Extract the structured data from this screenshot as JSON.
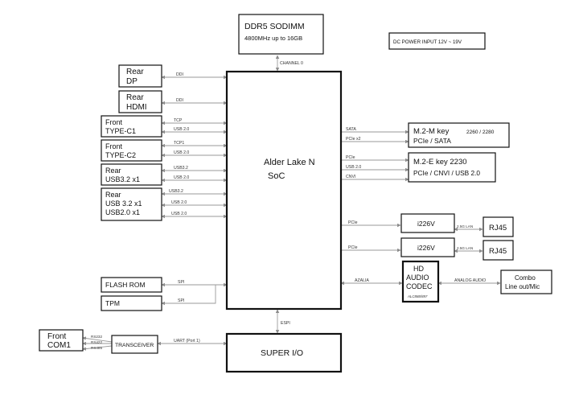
{
  "blocks": {
    "ddr": {
      "line1": "DDR5 SODIMM",
      "line2": "4800MHz  up to 16GB"
    },
    "power": "DC POWER INPUT 12V ~ 19V",
    "soc": {
      "line1": "Alder Lake N",
      "line2": "SoC"
    },
    "superio": "SUPER I/O",
    "rear_dp": {
      "line1": "Rear",
      "line2": "DP"
    },
    "rear_hdmi": {
      "line1": "Rear",
      "line2": "HDMI"
    },
    "front_c1": {
      "line1": "Front",
      "line2": "TYPE-C1"
    },
    "front_c2": {
      "line1": "Front",
      "line2": "TYPE-C2"
    },
    "rear_usb32": {
      "line1": "Rear",
      "line2": "USB3.2 x1"
    },
    "rear_usb_mix": {
      "line1": "Rear",
      "line2": "USB 3.2 x1",
      "line3": "USB2.0 x1"
    },
    "flash": "FLASH ROM",
    "tpm": "TPM",
    "front_com": {
      "line1": "Front",
      "line2": "COM1"
    },
    "transceiver": "TRANSCEIVER",
    "m2m": {
      "line1": "M.2-M key",
      "line1_note": "2260 / 2280",
      "line2": "PCIe / SATA"
    },
    "m2e": {
      "line1": "M.2-E key 2230",
      "line2": "PCIe / CNVI / USB 2.0"
    },
    "i226_1": "i226V",
    "i226_2": "i226V",
    "rj45_1": "RJ45",
    "rj45_2": "RJ45",
    "codec": {
      "line1": "HD",
      "line2": "AUDIO",
      "line3": "CODEC",
      "note": "ALC888/897"
    },
    "combo": {
      "line1": "Combo",
      "line2": "Line out/Mic"
    }
  },
  "signals": {
    "channel0": "CHANNEL 0",
    "ddi_1": "DDI",
    "ddi_2": "DDI",
    "tcp": "TCP",
    "usb20_c1": "USB 2.0",
    "tcp1": "TCP1",
    "usb20_c2": "USB 2.0",
    "usb32_a": "USB3.2",
    "usb20_a": "USB 2.0",
    "usb32_b": "USB3.2",
    "usb20_b": "USB 2.0",
    "usb20_c": "USB 2.0",
    "sata": "SATA",
    "pcie_x2": "PCIe x2",
    "pcie_e": "PCIe",
    "usb20_e": "USB 2.0",
    "cnvi": "CNVI",
    "pcie_lan1": "PCIe",
    "pcie_lan2": "PCIe",
    "lan1": "2.5G LAN",
    "lan2": "2.5G LAN",
    "azalia": "AZALIA",
    "analog_audio": "ANALOG AUDIO",
    "spi_1": "SPI",
    "spi_2": "SPI",
    "espi": "ESPI",
    "rs232": "RS232",
    "rs422": "RS422",
    "rs485": "RS485",
    "uart": "UART   (Port 1)"
  }
}
